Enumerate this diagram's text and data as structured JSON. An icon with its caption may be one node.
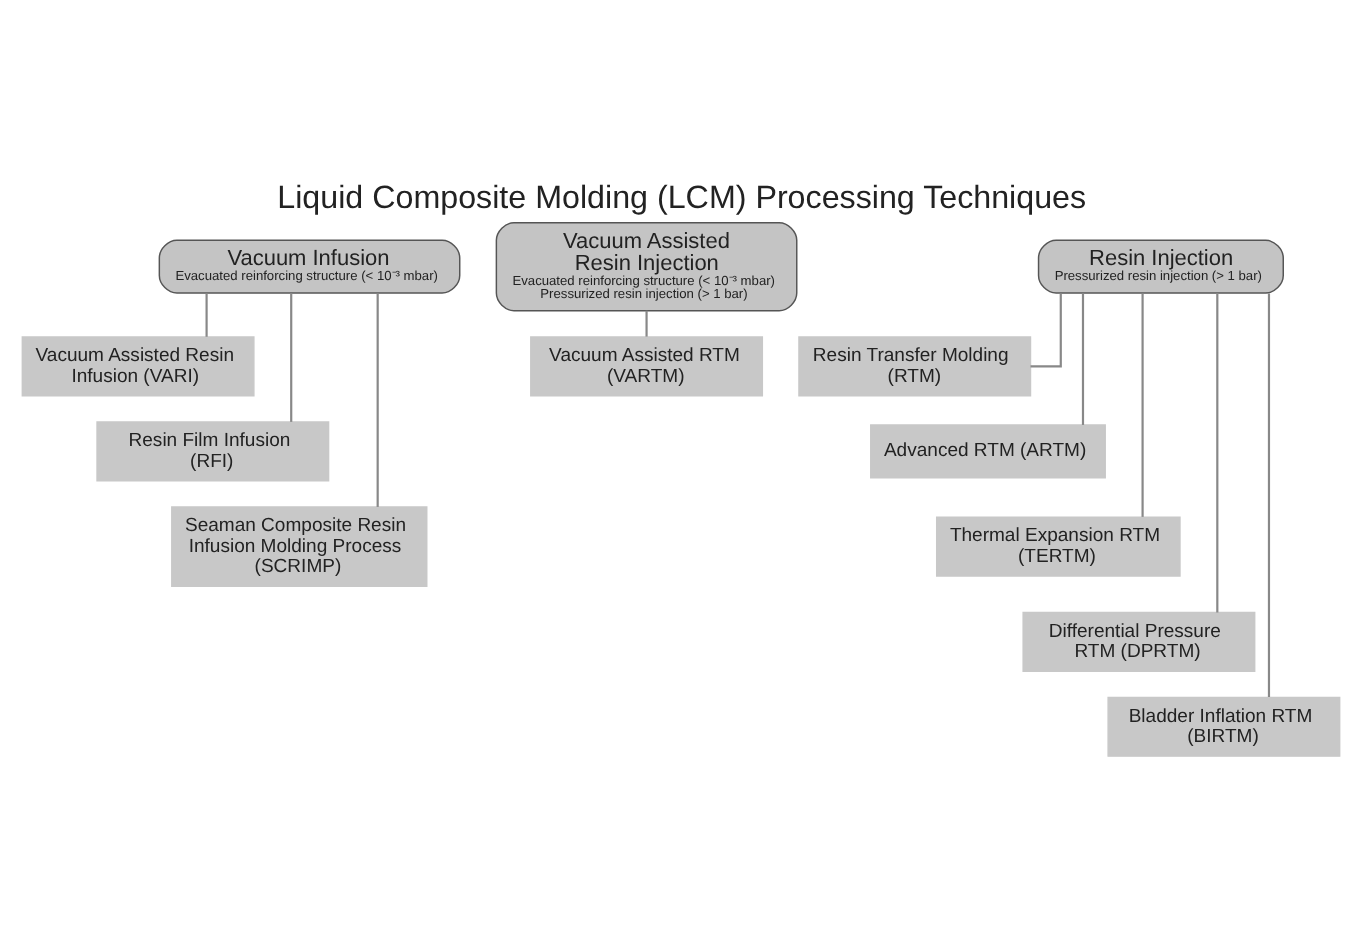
{
  "diagram": {
    "title": "Liquid Composite Molding (LCM) Processing Techniques",
    "nodes": [
      {
        "text": [
          "Vacuum Infusion",
          "Evacuated reinforcing structure (< 10⁻³ mbar)"
        ]
      },
      {
        "text": [
          "Vacuum Assisted Resin Infusion (VARI)"
        ]
      },
      {
        "text": [
          "Resin Film Infusion (RFI)"
        ]
      },
      {
        "text": [
          "Seaman Composite Resin Infusion Molding Process (SCRIMP)"
        ]
      },
      {
        "text": [
          "Vacuum Assisted Resin Injection",
          "Evacuated reinforcing structure (< 10⁻³ mbar)",
          "Pressurized resin injection (> 1 bar)"
        ]
      },
      {
        "text": [
          "Vacuum Assisted RTM (VARTM)"
        ]
      },
      {
        "text": [
          "Resin Injection",
          "Pressurized resin injection (> 1 bar)"
        ]
      },
      {
        "text": [
          "Resin Transfer Molding (RTM)"
        ]
      },
      {
        "text": [
          "Advanced RTM (ARTM)"
        ]
      },
      {
        "text": [
          "Thermal Expansion RTM (TERTM)"
        ]
      },
      {
        "text": [
          "Differential Pressure RTM (DPRTM)"
        ]
      },
      {
        "text": [
          "Bladder Inflation RTM (BIRTM)"
        ]
      }
    ],
    "edges": [
      {
        "from": 0,
        "to": 1,
        "arrow": "none"
      },
      {
        "from": 0,
        "to": 2,
        "arrow": "none"
      },
      {
        "from": 0,
        "to": 3,
        "arrow": "none"
      },
      {
        "from": 4,
        "to": 5,
        "arrow": "none"
      },
      {
        "from": 6,
        "to": 7,
        "arrow": "none"
      },
      {
        "from": 6,
        "to": 8,
        "arrow": "none"
      },
      {
        "from": 6,
        "to": 9,
        "arrow": "none"
      },
      {
        "from": 6,
        "to": 10,
        "arrow": "none"
      },
      {
        "from": 6,
        "to": 11,
        "arrow": "none"
      }
    ]
  }
}
